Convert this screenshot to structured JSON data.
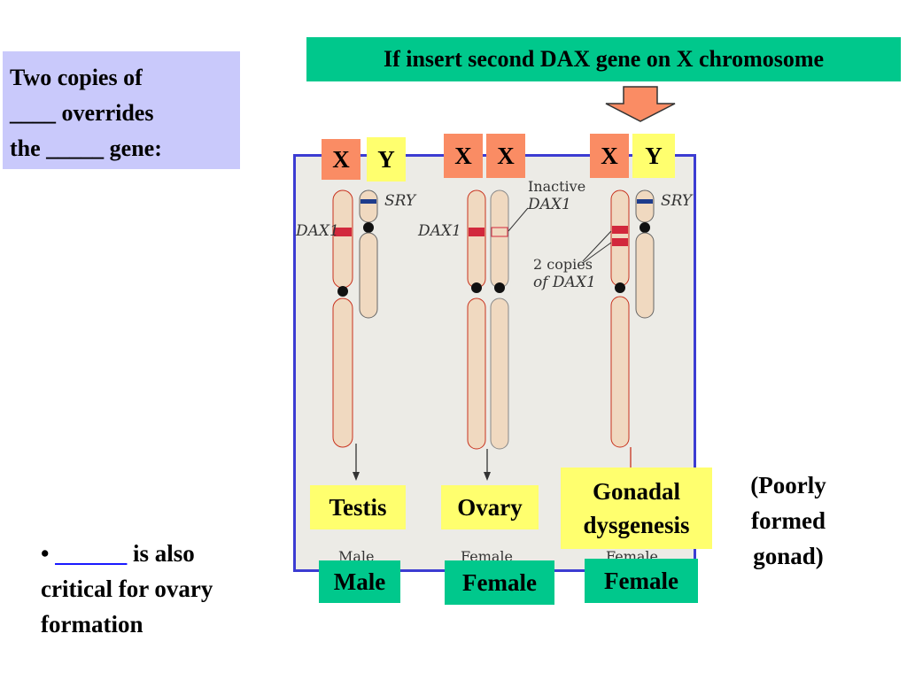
{
  "question_box": {
    "line1": "Two copies of",
    "line2": "____ overrides",
    "line3": "the _____ gene:"
  },
  "banner": "If insert second DAX gene on X chromosome",
  "chromosome_labels": [
    "X",
    "Y",
    "X",
    "X",
    "X",
    "Y"
  ],
  "figure": {
    "dax1_left": "DAX1",
    "dax1_mid": "DAX1",
    "sry_1": "SRY",
    "sry_2": "SRY",
    "inactive_line1": "Inactive",
    "inactive_line2": "DAX1",
    "copies_line1": "2 copies",
    "copies_line2": "of DAX1",
    "sex_labels": [
      "Male",
      "Female",
      "Female"
    ]
  },
  "gonad": {
    "testis": "Testis",
    "ovary": "Ovary",
    "dysgenesis_line1": "Gonadal",
    "dysgenesis_line2": "dysgenesis"
  },
  "sex_boxes": [
    "Male",
    "Female",
    "Female"
  ],
  "note": {
    "line1": "(Poorly",
    "line2": "formed",
    "line3": "gonad)"
  },
  "bullet": {
    "mark": "•",
    "blank": "______",
    "rest1": " is also",
    "line2": "critical for ovary",
    "line3": "formation"
  },
  "colors": {
    "teal": "#00c88c",
    "orange": "#fa8c64",
    "yellow": "#ffff6e",
    "lavender": "#c9c9fb",
    "panel_border": "#3c3cd2",
    "dax_red": "#d2283c",
    "sry_blue": "#1e3c8c"
  }
}
